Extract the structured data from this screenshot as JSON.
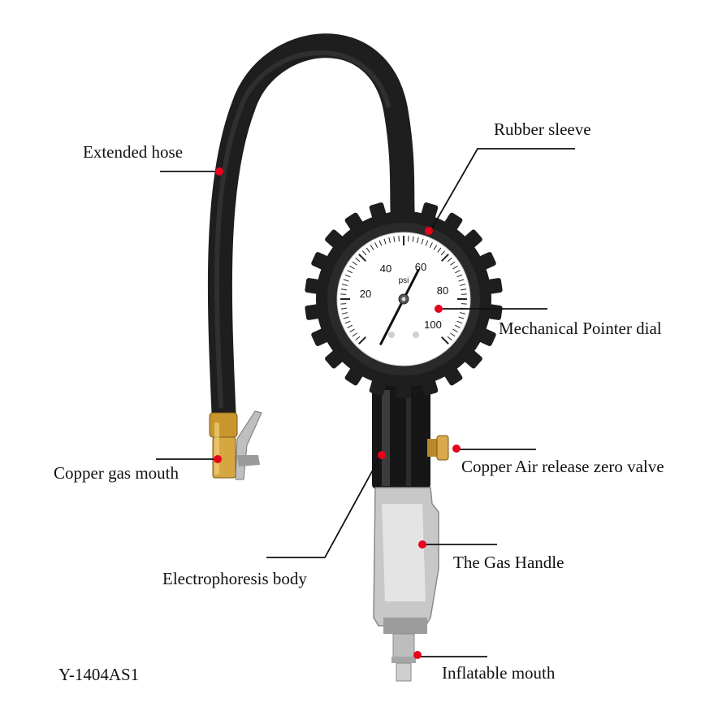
{
  "colors": {
    "callout_dot": "#e8001c",
    "leader_line": "#111111",
    "rubber": "#1e1e1e",
    "dial_face": "#ffffff",
    "brass": "#c9962e",
    "chrome": "#c8c8c8"
  },
  "labels": {
    "extended_hose": "Extended hose",
    "rubber_sleeve": "Rubber sleeve",
    "mechanical_pointer_dial": "Mechanical Pointer dial",
    "copper_gas_mouth": "Copper gas mouth",
    "copper_air_release_zero_valve": "Copper Air release zero valve",
    "electrophoresis_body": "Electrophoresis body",
    "the_gas_handle": "The Gas Handle",
    "inflatable_mouth": "Inflatable mouth"
  },
  "model_code": "Y-1404AS1",
  "dial": {
    "unit": "psi",
    "ticks": [
      "20",
      "40",
      "60",
      "80",
      "100"
    ],
    "pointer_reading": 72
  }
}
